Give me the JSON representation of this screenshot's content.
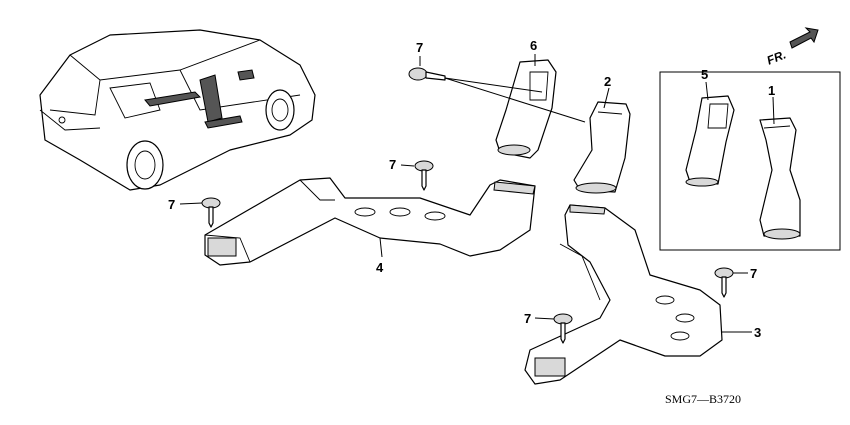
{
  "callouts": {
    "p1": "1",
    "p2": "2",
    "p3": "3",
    "p4": "4",
    "p5": "5",
    "p6": "6",
    "p7_a": "7",
    "p7_b": "7",
    "p7_c": "7",
    "p7_d": "7",
    "p7_e": "7"
  },
  "direction_label": "FR.",
  "diagram_code": "SMG7—B3720"
}
